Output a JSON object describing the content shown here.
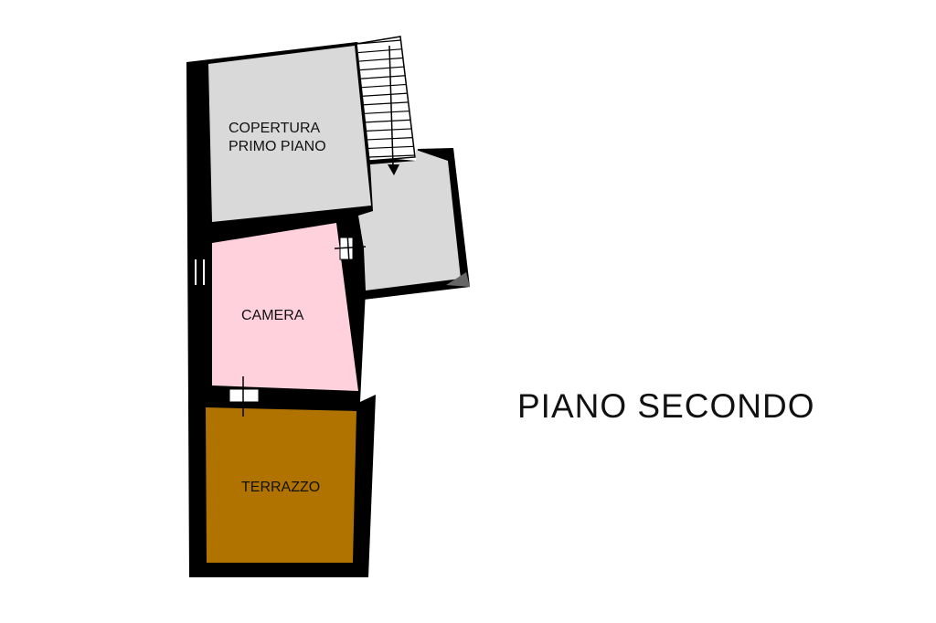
{
  "title": "PIANO SECONDO",
  "rooms": {
    "copertura": {
      "label_line1": "COPERTURA",
      "label_line2": "PRIMO PIANO",
      "color": "#d9d9d9"
    },
    "vano_scala": {
      "color": "#d9d9d9"
    },
    "camera": {
      "label": "CAMERA",
      "color": "#ffd1dc"
    },
    "terrazzo": {
      "label": "TERRAZZO",
      "color": "#b07300"
    }
  },
  "colors": {
    "wall": "#000000",
    "door": "#ffffff",
    "background": "#ffffff"
  }
}
